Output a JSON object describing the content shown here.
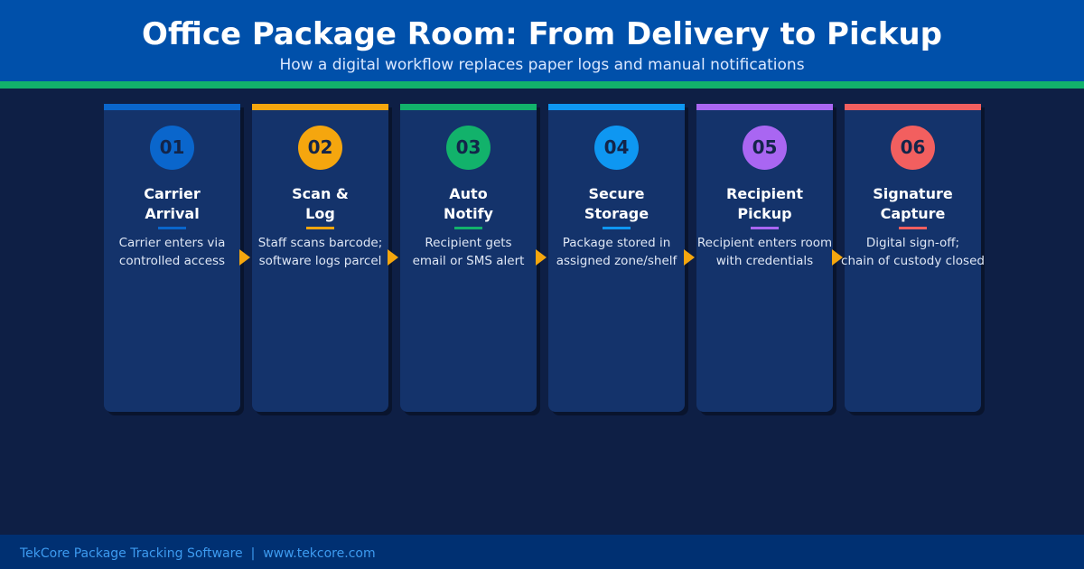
{
  "header": {
    "title": "Office Package Room: From Delivery to Pickup",
    "subtitle": "How a digital workflow replaces paper logs and manual notifications"
  },
  "colors": {
    "header_bg": "#0050aa",
    "header_rule": "#12b26b",
    "page_bg": "#0e1f45",
    "card_bg": "#14336b",
    "arrow": "#f5a60e",
    "footer_bg": "#003072",
    "footer_text": "#3d9bf0"
  },
  "steps": [
    {
      "number": "01",
      "title": [
        "Carrier",
        "Arrival"
      ],
      "description": [
        "Carrier enters via",
        "controlled access"
      ],
      "color": "#0a66cc"
    },
    {
      "number": "02",
      "title": [
        "Scan &",
        "Log"
      ],
      "description": [
        "Staff scans barcode;",
        "software logs parcel"
      ],
      "color": "#f5a60e"
    },
    {
      "number": "03",
      "title": [
        "Auto",
        "Notify"
      ],
      "description": [
        "Recipient gets",
        "email or SMS alert"
      ],
      "color": "#12b26b"
    },
    {
      "number": "04",
      "title": [
        "Secure",
        "Storage"
      ],
      "description": [
        "Package stored in",
        "assigned zone/shelf"
      ],
      "color": "#0e97f2"
    },
    {
      "number": "05",
      "title": [
        "Recipient",
        "Pickup"
      ],
      "description": [
        "Recipient enters room",
        "with credentials"
      ],
      "color": "#a966f2"
    },
    {
      "number": "06",
      "title": [
        "Signature",
        "Capture"
      ],
      "description": [
        "Digital sign-off;",
        "chain of custody closed"
      ],
      "color": "#f25f5f"
    }
  ],
  "arrows": {
    "count": 5,
    "icon": "chevron-right-icon"
  },
  "footer": {
    "text": "TekCore Package Tracking Software  |  www.tekcore.com"
  }
}
